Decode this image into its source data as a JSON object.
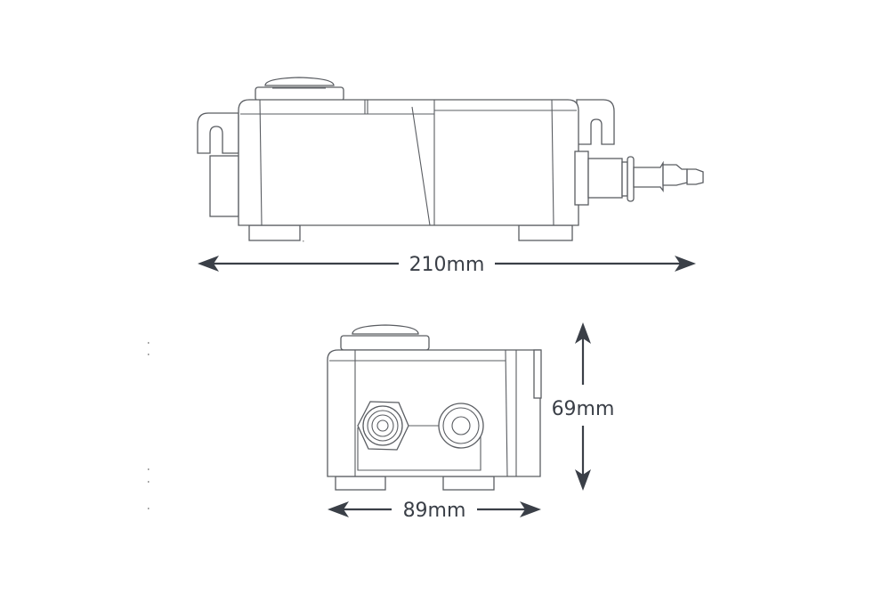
{
  "side_view": {
    "length_label": "210mm"
  },
  "end_view": {
    "width_label": "89mm",
    "height_label": "69mm"
  },
  "colors": {
    "line": "#5a5d62",
    "dimension": "#3a3f47"
  }
}
